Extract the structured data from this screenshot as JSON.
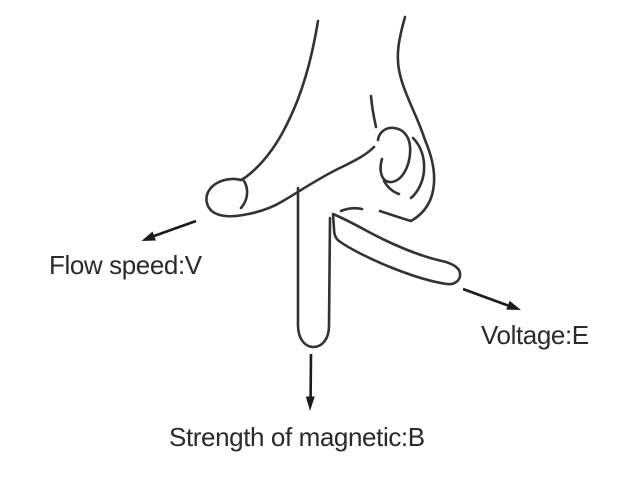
{
  "colors": {
    "background": "#ffffff",
    "line-color": "#333333",
    "arrow-color": "#1c1c1c",
    "text-color": "#2a2a2a"
  },
  "diagram": {
    "labels": {
      "flow_speed": "Flow speed:V",
      "voltage": "Voltage:E",
      "magnetic_strength": "Strength of magnetic:B"
    },
    "icons": {
      "hand": "right-hand-line-drawing",
      "flow_arrow": "arrow-down-left",
      "voltage_arrow": "arrow-down-right",
      "magnetic_arrow": "arrow-down"
    }
  }
}
